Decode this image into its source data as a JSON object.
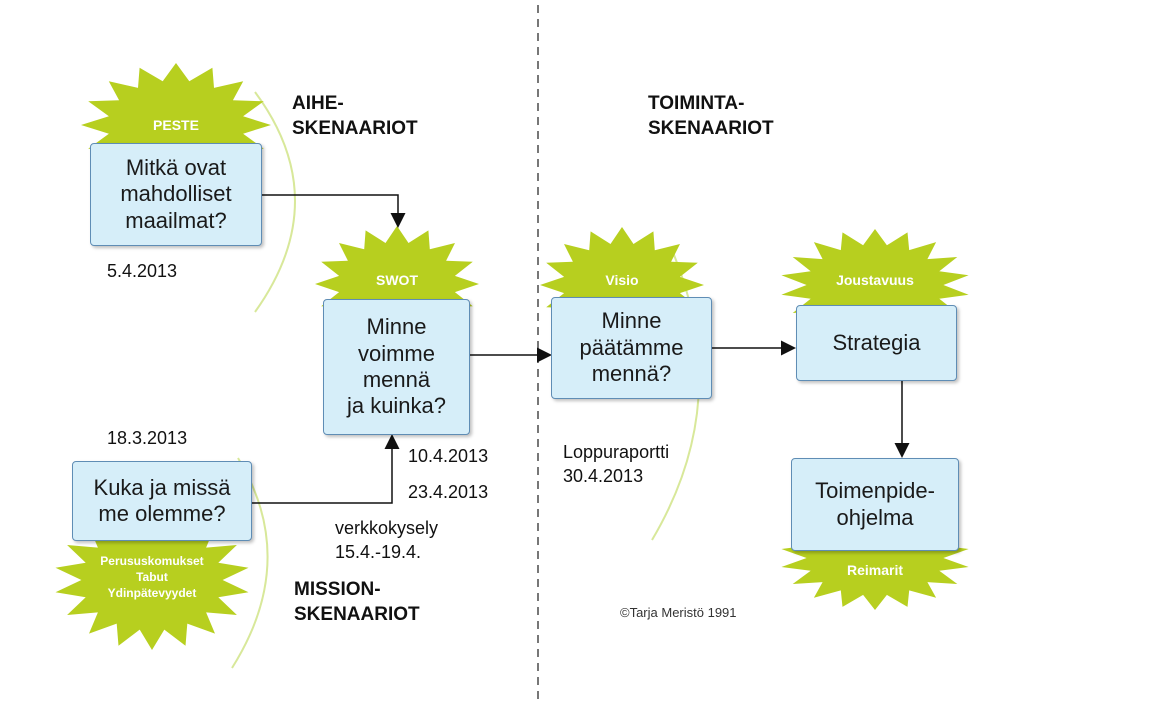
{
  "headings": {
    "aihe": "AIHE-\nSKENAARIOT",
    "toiminta": "TOIMINTA-\nSKENAARIOT",
    "mission": "MISSION-\nSKENAARIOT"
  },
  "bursts": {
    "peste": "PESTE",
    "swot": "SWOT",
    "visio": "Visio",
    "joustavuus": "Joustavuus",
    "reimarit": "Reimarit",
    "perus": "Perususkomukset\nTabut\nYdinpätevyydet"
  },
  "boxes": {
    "mahdolliset": "Mitkä ovat\nmahdolliset\nmaailmat?",
    "minne_voimme": "Minne\nvoimme\nmennä\nja kuinka?",
    "kuka": "Kuka ja missä\nme olemme?",
    "minne_paatamme": "Minne\npäätämme\nmennä?",
    "strategia": "Strategia",
    "toimenpide": "Toimenpide-\nohjelma"
  },
  "labels": {
    "d1": "5.4.2013",
    "d2": "18.3.2013",
    "d3": "10.4.2013",
    "d4": "23.4.2013",
    "verkko": "verkkokysely\n15.4.-19.4.",
    "loppu": "Loppuraportti\n30.4.2013",
    "copyright": "©Tarja Meristö 1991"
  },
  "colors": {
    "burst_green": "#b7cf1f",
    "box_fill": "#d6eef9",
    "box_border": "#5f8db5",
    "arc_green": "#d8e89a",
    "divider": "#777777"
  }
}
